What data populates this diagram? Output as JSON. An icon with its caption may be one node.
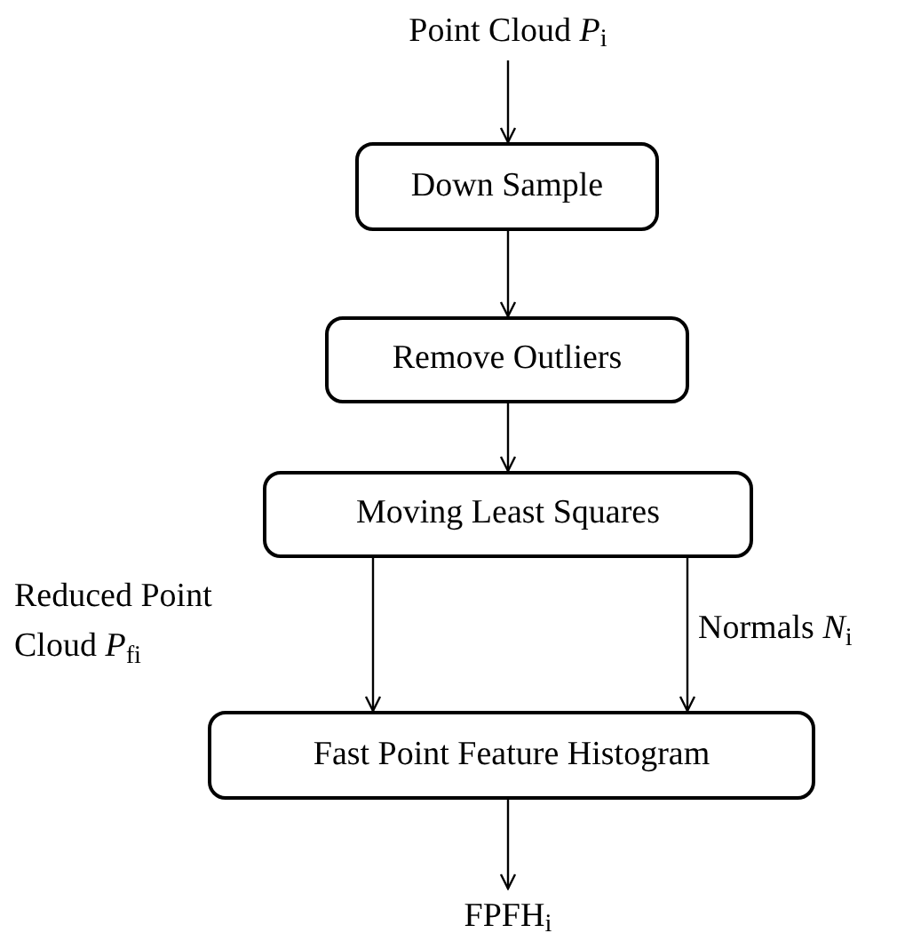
{
  "diagram": {
    "nodes": [
      {
        "text": [
          "Point Cloud *P*$_{i}$"
        ]
      },
      {
        "text": [
          "Down Sample"
        ]
      },
      {
        "text": [
          "Remove Outliers"
        ]
      },
      {
        "text": [
          "Moving Least Squares"
        ]
      },
      {
        "text": [
          "Fast Point Feature Histogram"
        ]
      },
      {
        "text": [
          "FPFH$_{i}$"
        ]
      }
    ],
    "edges": [
      {
        "from": 0,
        "to": 1,
        "arrow": "to"
      },
      {
        "from": 1,
        "to": 2,
        "arrow": "to"
      },
      {
        "from": 2,
        "to": 3,
        "arrow": "to"
      },
      {
        "from": 3,
        "to": 4,
        "arrow": "to",
        "label": "Reduced Point Cloud *P*$_{fi}$"
      },
      {
        "from": 3,
        "to": 4,
        "arrow": "to",
        "label": "Normals *N*$_{i}$"
      },
      {
        "from": 4,
        "to": 5,
        "arrow": "to"
      }
    ]
  }
}
